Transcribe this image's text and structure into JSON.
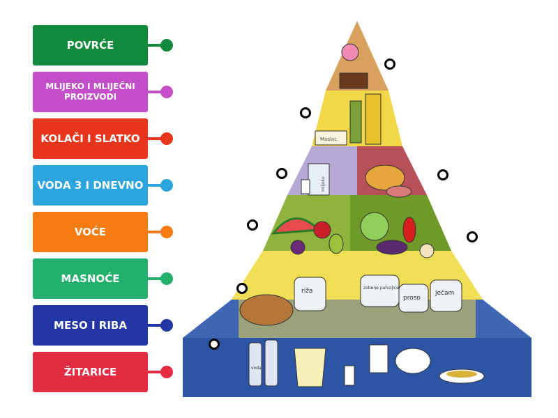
{
  "labels": [
    {
      "text": "POVRĆE",
      "color": "#128a3b"
    },
    {
      "text": "MLIJEKO I MLIJEČNI PROIZVODI",
      "color": "#c44dc9"
    },
    {
      "text": "KOLAČI I SLATKO",
      "color": "#e8361d"
    },
    {
      "text": "VODA 3 I DNEVNO",
      "color": "#2ca4dd"
    },
    {
      "text": "VOĆE",
      "color": "#f57b12"
    },
    {
      "text": "MASNOĆE",
      "color": "#23b06c"
    },
    {
      "text": "MESO I RIBA",
      "color": "#2336a6"
    },
    {
      "text": "ŽITARICE",
      "color": "#e32b42"
    }
  ],
  "pyramid_text": {
    "milk_carton": "mlijeko",
    "butter": "Maslac",
    "rice_sack": "riža",
    "oat_sack": "zobene pahuljice",
    "millet_sack": "proso",
    "barley_sack": "ječam",
    "water_bottle": "voda"
  }
}
